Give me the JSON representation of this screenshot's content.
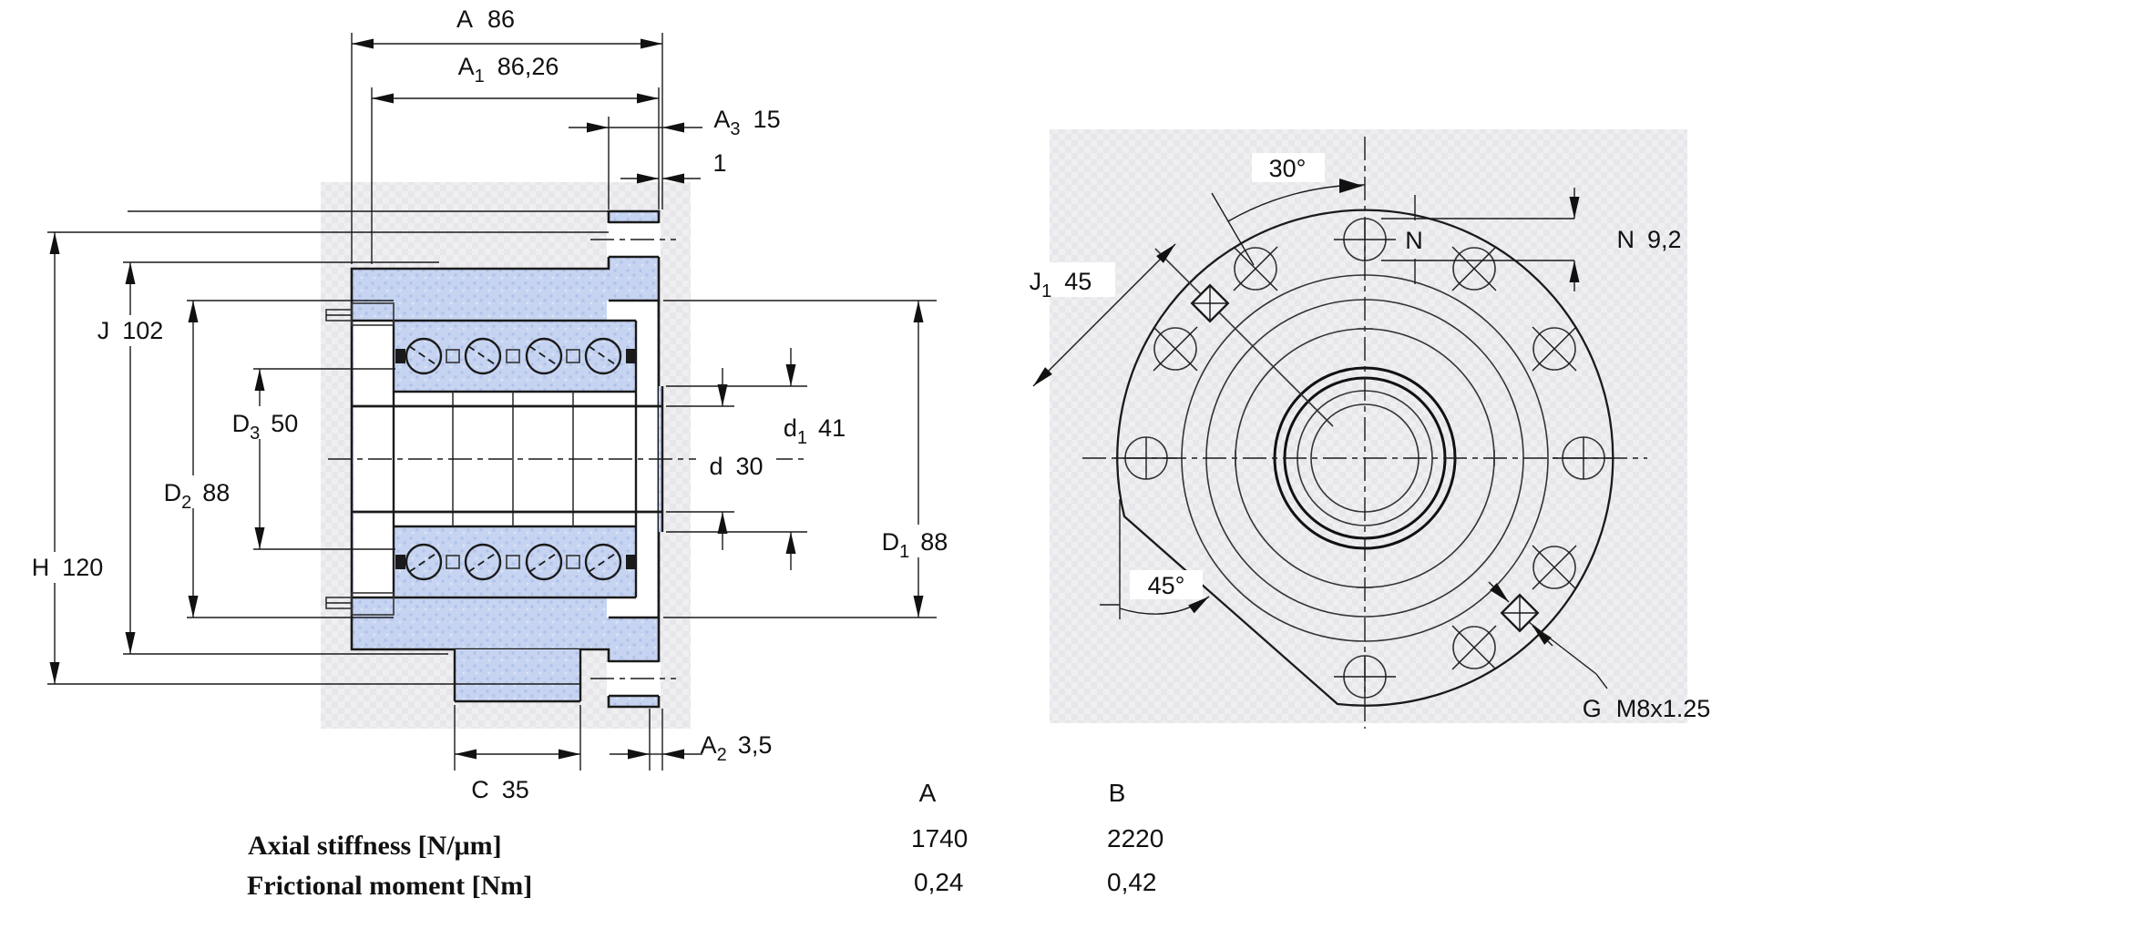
{
  "colors": {
    "line": "#1a1a1a",
    "part_fill": "#c6d4f1",
    "part_dot": "#b0c3ea",
    "panel": "#efeff1",
    "panel_dot": "#e7e7eb",
    "text": "#111111"
  },
  "section_view": {
    "dims": {
      "A": {
        "base": "A",
        "value": "86"
      },
      "A1": {
        "base": "A",
        "sub": "1",
        "value": "86,26"
      },
      "A3": {
        "base": "A",
        "sub": "3",
        "value": "15"
      },
      "ONE": {
        "value": "1"
      },
      "J": {
        "base": "J",
        "value": "102"
      },
      "H": {
        "base": "H",
        "value": "120"
      },
      "D2": {
        "base": "D",
        "sub": "2",
        "value": "88"
      },
      "D3": {
        "base": "D",
        "sub": "3",
        "value": "50"
      },
      "d": {
        "base": "d",
        "value": "30"
      },
      "d1": {
        "base": "d",
        "sub": "1",
        "value": "41"
      },
      "D1": {
        "base": "D",
        "sub": "1",
        "value": "88"
      },
      "C": {
        "base": "C",
        "value": "35"
      },
      "A2": {
        "base": "A",
        "sub": "2",
        "value": "3,5"
      }
    }
  },
  "front_view": {
    "dims": {
      "angle_top": "30°",
      "n_letter": "N",
      "N": {
        "base": "N",
        "value": "9,2"
      },
      "J1": {
        "base": "J",
        "sub": "1",
        "value": "45"
      },
      "angle_left": "45°",
      "G": {
        "base": "G",
        "value": "M8x1.25"
      }
    }
  },
  "table": {
    "col_a": "A",
    "col_b": "B",
    "rows": [
      {
        "label": "Axial stiffness [N/μm]",
        "a": "1740",
        "b": "2220"
      },
      {
        "label": "Frictional moment [Nm]",
        "a": "0,24",
        "b": "0,42"
      }
    ]
  }
}
